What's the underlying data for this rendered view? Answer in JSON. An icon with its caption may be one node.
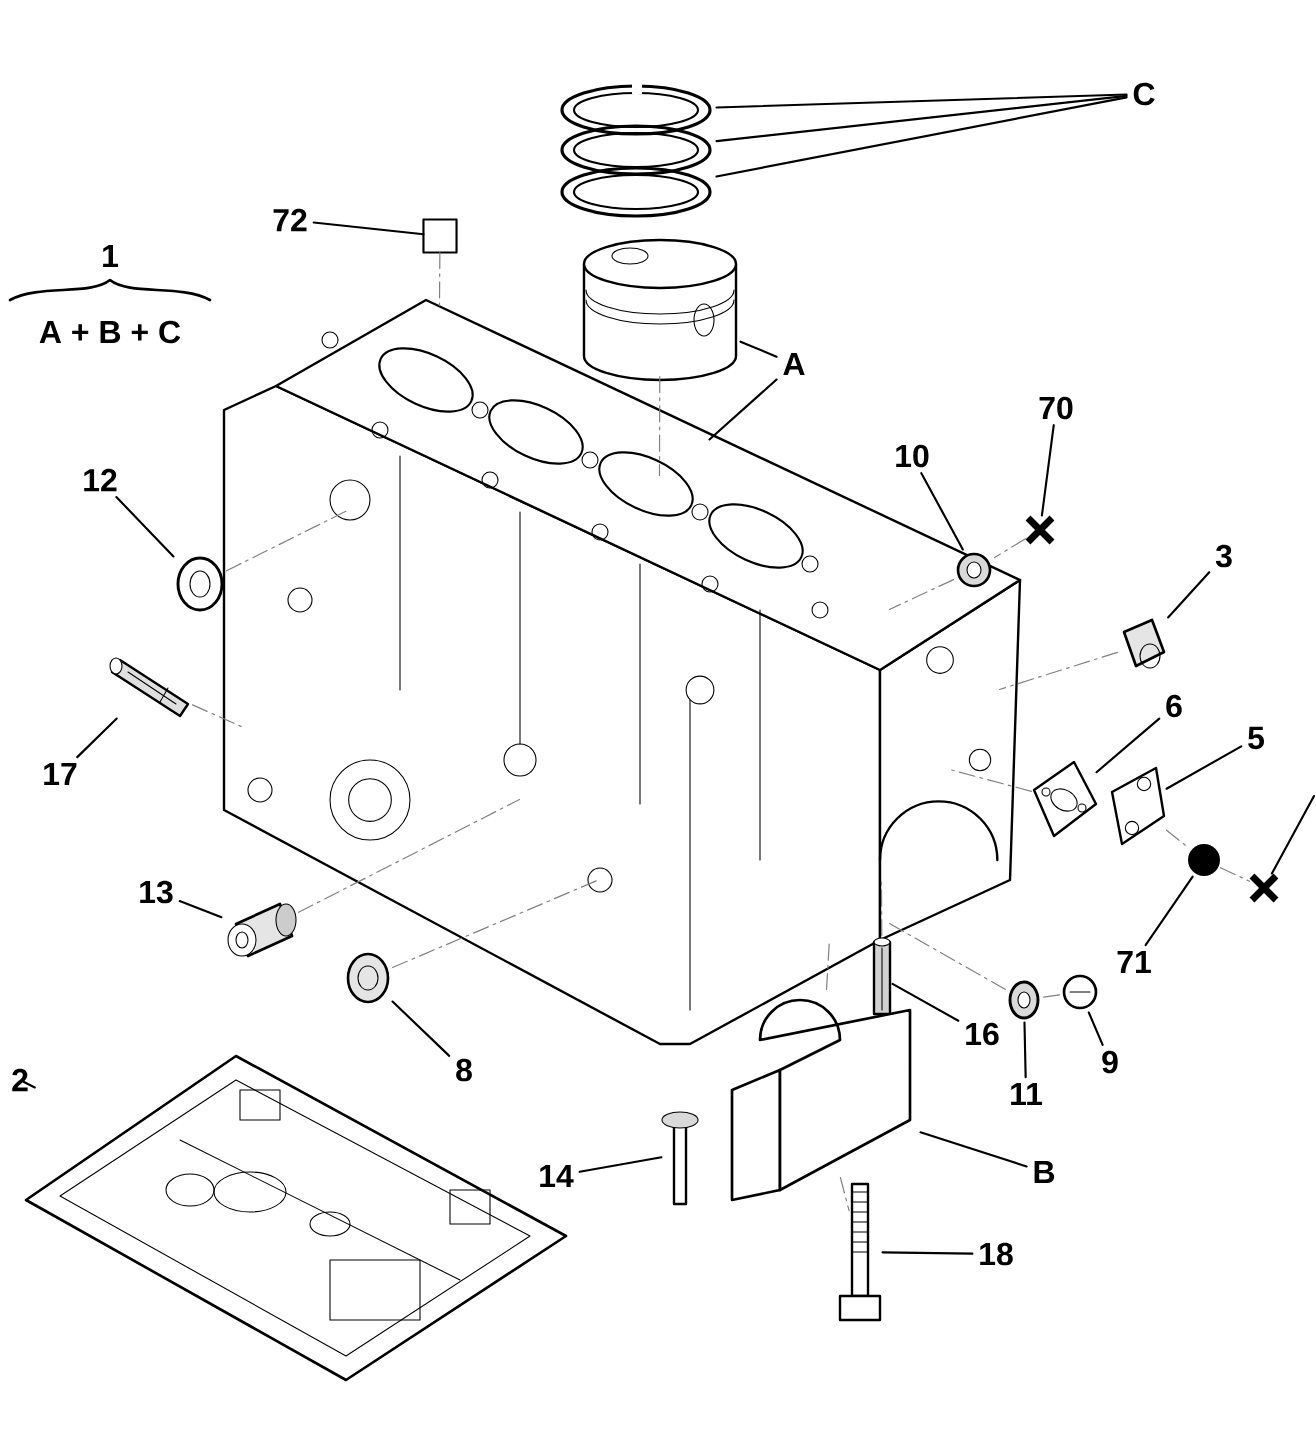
{
  "diagram": {
    "nodes": [
      {
        "text": [
          "C"
        ]
      },
      {
        "text": [],
        "shape": "picture"
      },
      {
        "text": [],
        "shape": "picture"
      },
      {
        "text": [],
        "shape": "picture"
      },
      {
        "text": [
          "72"
        ]
      },
      {
        "text": [],
        "shape": "box"
      },
      {
        "text": [],
        "shape": "picture"
      },
      {
        "text": [
          "A"
        ]
      },
      {
        "text": [],
        "shape": "picture"
      },
      {
        "text": [
          "70"
        ]
      },
      {
        "text": [
          "10"
        ]
      },
      {
        "text": [],
        "shape": "cross"
      },
      {
        "text": [],
        "shape": "picture"
      },
      {
        "text": [
          "12"
        ]
      },
      {
        "text": [],
        "shape": "picture"
      },
      {
        "text": [
          "3"
        ]
      },
      {
        "text": [],
        "shape": "picture"
      },
      {
        "text": [
          "17"
        ]
      },
      {
        "text": [],
        "shape": "picture"
      },
      {
        "text": [
          "6"
        ]
      },
      {
        "text": [],
        "shape": "picture"
      },
      {
        "text": [
          "5"
        ]
      },
      {
        "text": [],
        "shape": "picture"
      },
      {
        "text": [],
        "shape": "circle"
      },
      {
        "text": [],
        "shape": "cross"
      },
      {
        "text": [
          "71"
        ]
      },
      {
        "text": [
          "13"
        ]
      },
      {
        "text": [],
        "shape": "picture"
      },
      {
        "text": [],
        "shape": "picture"
      },
      {
        "text": [
          "8"
        ]
      },
      {
        "text": [],
        "shape": "picture"
      },
      {
        "text": [
          "16"
        ]
      },
      {
        "text": [],
        "shape": "picture"
      },
      {
        "text": [],
        "shape": "picture"
      },
      {
        "text": [
          "9"
        ]
      },
      {
        "text": [
          "11"
        ]
      },
      {
        "text": [
          "2"
        ]
      },
      {
        "text": [],
        "shape": "picture"
      },
      {
        "text": [],
        "shape": "picture"
      },
      {
        "text": [
          "14"
        ]
      },
      {
        "text": [],
        "shape": "picture"
      },
      {
        "text": [
          "B"
        ]
      },
      {
        "text": [],
        "shape": "picture"
      },
      {
        "text": [
          "18"
        ]
      }
    ],
    "edges": [
      {
        "from": 0,
        "to": 1,
        "arrow": "none"
      },
      {
        "from": 0,
        "to": 2,
        "arrow": "none"
      },
      {
        "from": 0,
        "to": 3,
        "arrow": "none"
      },
      {
        "from": 4,
        "to": 5,
        "arrow": "none"
      },
      {
        "from": 7,
        "to": 6,
        "arrow": "none"
      },
      {
        "from": 7,
        "to": 8,
        "arrow": "none"
      },
      {
        "from": 9,
        "to": 11,
        "arrow": "none"
      },
      {
        "from": 10,
        "to": 12,
        "arrow": "none"
      },
      {
        "from": 13,
        "to": 14,
        "arrow": "none"
      },
      {
        "from": 15,
        "to": 16,
        "arrow": "none"
      },
      {
        "from": 17,
        "to": 18,
        "arrow": "none"
      },
      {
        "from": 19,
        "to": 20,
        "arrow": "none"
      },
      {
        "from": 21,
        "to": 22,
        "arrow": "none"
      },
      {
        "from": 25,
        "to": 23,
        "arrow": "none"
      },
      {
        "from": null,
        "to": 24,
        "arrow": "none"
      },
      {
        "from": 26,
        "to": 27,
        "arrow": "none"
      },
      {
        "from": 29,
        "to": 28,
        "arrow": "none"
      },
      {
        "from": 31,
        "to": 30,
        "arrow": "none"
      },
      {
        "from": 35,
        "to": 32,
        "arrow": "none"
      },
      {
        "from": 34,
        "to": 33,
        "arrow": "none"
      },
      {
        "from": 36,
        "to": 37,
        "arrow": "none"
      },
      {
        "from": 39,
        "to": 40,
        "arrow": "none"
      },
      {
        "from": 41,
        "to": 38,
        "arrow": "none"
      },
      {
        "from": 43,
        "to": 42,
        "arrow": "none"
      },
      {
        "from": 5,
        "to": 8,
        "arrow": "none",
        "style": "dashed",
        "color": "#808080"
      },
      {
        "from": 6,
        "to": 8,
        "arrow": "none",
        "style": "dashed",
        "color": "#808080"
      },
      {
        "from": 12,
        "to": 8,
        "arrow": "none",
        "style": "dashed",
        "color": "#808080"
      },
      {
        "from": 14,
        "to": 8,
        "arrow": "none",
        "style": "dashed",
        "color": "#808080"
      },
      {
        "from": 16,
        "to": 8,
        "arrow": "none",
        "style": "dashed",
        "color": "#808080"
      },
      {
        "from": 18,
        "to": 8,
        "arrow": "none",
        "style": "dashed",
        "color": "#808080"
      },
      {
        "from": 20,
        "to": 8,
        "arrow": "none",
        "style": "dashed",
        "color": "#808080"
      },
      {
        "from": 27,
        "to": 8,
        "arrow": "none",
        "style": "dashed",
        "color": "#808080"
      },
      {
        "from": 28,
        "to": 8,
        "arrow": "none",
        "style": "dashed",
        "color": "#808080"
      },
      {
        "from": 30,
        "to": 8,
        "arrow": "none",
        "style": "dashed",
        "color": "#808080"
      },
      {
        "from": 32,
        "to": 8,
        "arrow": "none",
        "style": "dashed",
        "color": "#808080"
      },
      {
        "from": 38,
        "to": 8,
        "arrow": "none",
        "style": "dashed",
        "color": "#808080"
      },
      {
        "from": 11,
        "to": 12,
        "arrow": "none",
        "style": "dashed",
        "color": "#808080"
      },
      {
        "from": 22,
        "to": 23,
        "arrow": "none",
        "style": "dashed",
        "color": "#808080"
      },
      {
        "from": 23,
        "to": 24,
        "arrow": "none",
        "style": "dashed",
        "color": "#808080"
      },
      {
        "from": 33,
        "to": 32,
        "arrow": "none",
        "style": "dashed",
        "color": "#808080"
      },
      {
        "from": 42,
        "to": 38,
        "arrow": "none",
        "style": "dashed",
        "color": "#808080"
      }
    ],
    "labels": [
      "1",
      "A + B + C"
    ]
  }
}
